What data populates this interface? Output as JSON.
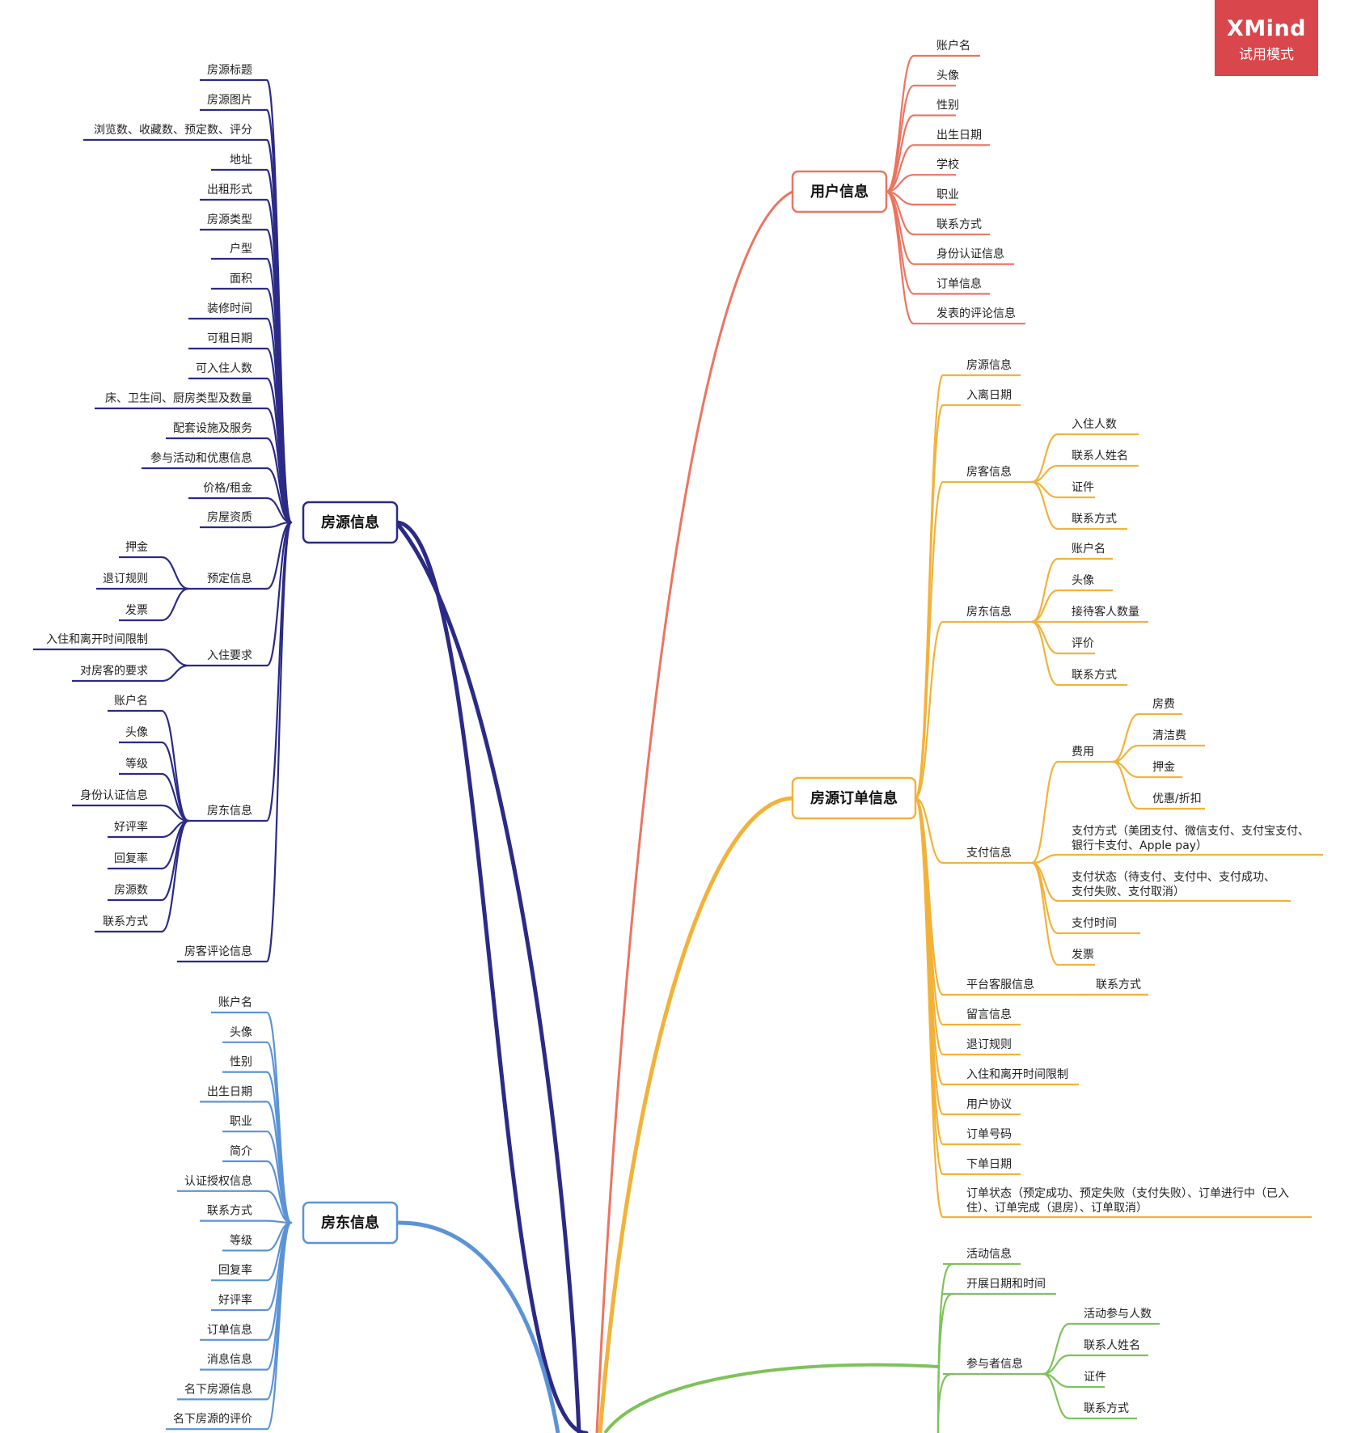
{
  "watermark": {
    "brand": "XMind",
    "mode": "试用模式"
  },
  "colors": {
    "listing": "#2b2a87",
    "landlord": "#5b93d6",
    "user": "#eb7561",
    "order": "#f2b23a",
    "activity": "#7ec25a",
    "text": "#222222"
  },
  "topics": {
    "listing": {
      "label": "房源信息",
      "items": [
        "房源标题",
        "房源图片",
        "浏览数、收藏数、预定数、评分",
        "地址",
        "出租形式",
        "房源类型",
        "户型",
        "面积",
        "装修时间",
        "可租日期",
        "可入住人数",
        "床、卫生间、厨房类型及数量",
        "配套设施及服务",
        "参与活动和优惠信息",
        "价格/租金",
        "房屋资质",
        "预定信息",
        "入住要求",
        "房东信息",
        "房客评论信息"
      ],
      "booking": [
        "押金",
        "退订规则",
        "发票"
      ],
      "checkin": [
        "入住和离开时间限制",
        "对房客的要求"
      ],
      "landlord": [
        "账户名",
        "头像",
        "等级",
        "身份认证信息",
        "好评率",
        "回复率",
        "房源数",
        "联系方式"
      ]
    },
    "landlord": {
      "label": "房东信息",
      "items": [
        "账户名",
        "头像",
        "性别",
        "出生日期",
        "职业",
        "简介",
        "认证授权信息",
        "联系方式",
        "等级",
        "回复率",
        "好评率",
        "订单信息",
        "消息信息",
        "名下房源信息",
        "名下房源的评价"
      ]
    },
    "user": {
      "label": "用户信息",
      "items": [
        "账户名",
        "头像",
        "性别",
        "出生日期",
        "学校",
        "职业",
        "联系方式",
        "身份认证信息",
        "订单信息",
        "发表的评论信息"
      ]
    },
    "order": {
      "label": "房源订单信息",
      "items": [
        "房源信息",
        "入离日期",
        "房客信息",
        "房东信息",
        "支付信息",
        "平台客服信息",
        "留言信息",
        "退订规则",
        "入住和离开时间限制",
        "用户协议",
        "订单号码",
        "下单日期",
        "订单状态（预定成功、预定失败（支付失败）、订单进行中（已入|住）、订单完成（退房）、订单取消）"
      ],
      "guest": [
        "入住人数",
        "联系人姓名",
        "证件",
        "联系方式"
      ],
      "host": [
        "账户名",
        "头像",
        "接待客人数量",
        "评价",
        "联系方式"
      ],
      "payment": [
        "费用",
        "支付方式（美团支付、微信支付、支付宝支付、|银行卡支付、Apple pay）",
        "支付状态（待支付、支付中、支付成功、|支付失败、支付取消）",
        "支付时间",
        "发票"
      ],
      "fees": [
        "房费",
        "清洁费",
        "押金",
        "优惠/折扣"
      ],
      "support": [
        "联系方式"
      ]
    },
    "activity": {
      "items": [
        "活动信息",
        "开展日期和时间",
        "参与者信息"
      ],
      "participants": [
        "活动参与人数",
        "联系人姓名",
        "证件",
        "联系方式"
      ]
    }
  }
}
